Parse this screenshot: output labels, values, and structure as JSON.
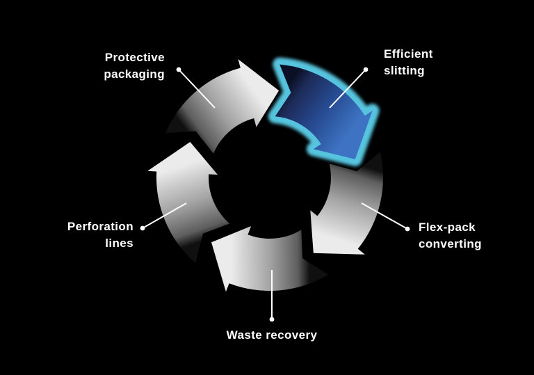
{
  "diagram": {
    "type": "cycle",
    "background": "#000000",
    "label_color": "#ffffff",
    "leader_color": "#ffffff",
    "steps": [
      {
        "label": "Protective packaging",
        "lines": [
          "Protective",
          "packaging"
        ],
        "highlighted": false
      },
      {
        "label": "Efficient slitting",
        "lines": [
          "Efficient",
          "slitting"
        ],
        "highlighted": true
      },
      {
        "label": "Flex-pack converting",
        "lines": [
          "Flex-pack",
          "converting"
        ],
        "highlighted": false
      },
      {
        "label": "Waste recovery",
        "lines": [
          "Waste recovery"
        ],
        "highlighted": false
      },
      {
        "label": "Perforation lines",
        "lines": [
          "Perforation",
          "lines"
        ],
        "highlighted": false
      }
    ],
    "colors": {
      "halo": "#57c4de",
      "gray_stops": [
        [
          "0",
          "#101010"
        ],
        [
          "0.15",
          "#5e5e5e"
        ],
        [
          "0.5",
          "#a2a2a2"
        ],
        [
          "0.85",
          "#d4d4d4"
        ],
        [
          "1",
          "#ebebeb"
        ]
      ],
      "blue_stops": [
        [
          "0",
          "#0b1026"
        ],
        [
          "0.18",
          "#1d2b59"
        ],
        [
          "0.55",
          "#26498f"
        ],
        [
          "1",
          "#3d73c2"
        ]
      ]
    }
  }
}
